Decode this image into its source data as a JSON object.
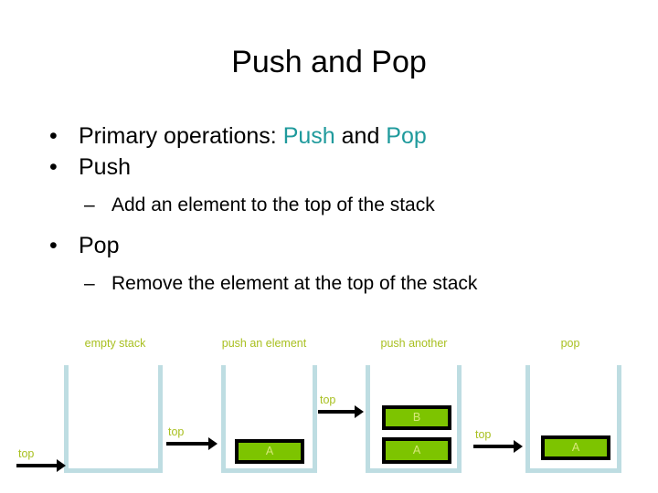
{
  "slide": {
    "title": "Push and Pop",
    "bullets": [
      {
        "level": 1,
        "marker": "•",
        "text_prefix": "Primary operations: ",
        "highlight_1": "Push",
        "text_mid": " and ",
        "highlight_2": "Pop"
      },
      {
        "level": 1,
        "marker": "•",
        "text": "Push"
      },
      {
        "level": 2,
        "marker": "–",
        "text": "Add an element to the top of the stack"
      },
      {
        "level": 1,
        "marker": "•",
        "text": "Pop"
      },
      {
        "level": 2,
        "marker": "–",
        "text": "Remove the element at the top of the stack"
      }
    ]
  },
  "diagram": {
    "captions": [
      {
        "label": "empty stack"
      },
      {
        "label": "push an element"
      },
      {
        "label": "push another"
      },
      {
        "label": "pop"
      }
    ],
    "stacks": [
      {
        "name": "empty-stack",
        "elements": []
      },
      {
        "name": "stack-one-element",
        "elements": [
          "A"
        ]
      },
      {
        "name": "stack-two-elements",
        "elements": [
          "B",
          "A"
        ]
      },
      {
        "name": "stack-after-pop",
        "elements": [
          "A"
        ]
      }
    ],
    "top_pointers": [
      {
        "label": "top"
      },
      {
        "label": "top"
      },
      {
        "label": "top"
      },
      {
        "label": "top"
      }
    ]
  },
  "colors": {
    "accent_teal": "#1f9a9c",
    "accent_green": "#7dc400",
    "caption_green": "#a9c021",
    "stack_wall": "#bedde2",
    "element_text": "#d7e87a",
    "text": "#000000",
    "background": "#ffffff"
  }
}
